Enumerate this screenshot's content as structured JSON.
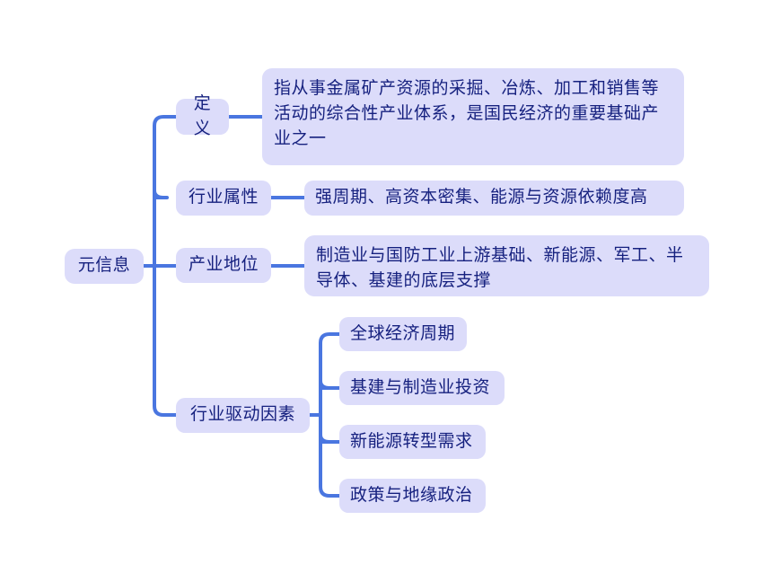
{
  "diagram": {
    "type": "mind-map",
    "title": "元信息",
    "colors": {
      "node_fill": "#dcdcfa",
      "node_text": "#16217f",
      "connector": "#4a76e0",
      "background": "#ffffff"
    },
    "root": {
      "label": "元信息"
    },
    "branches": [
      {
        "label": "定义",
        "detail": "指从事金属矿产资源的采掘、冶炼、加工和销售等活动的综合性产业体系，是国民经济的重要基础产业之一"
      },
      {
        "label": "行业属性",
        "detail": "强周期、高资本密集、能源与资源依赖度高"
      },
      {
        "label": "产业地位",
        "detail": "制造业与国防工业上游基础、新能源、军工、半导体、基建的底层支撑"
      },
      {
        "label": "行业驱动因素",
        "children": [
          {
            "label": "全球经济周期"
          },
          {
            "label": "基建与制造业投资"
          },
          {
            "label": "新能源转型需求"
          },
          {
            "label": "政策与地缘政治"
          }
        ]
      }
    ]
  }
}
